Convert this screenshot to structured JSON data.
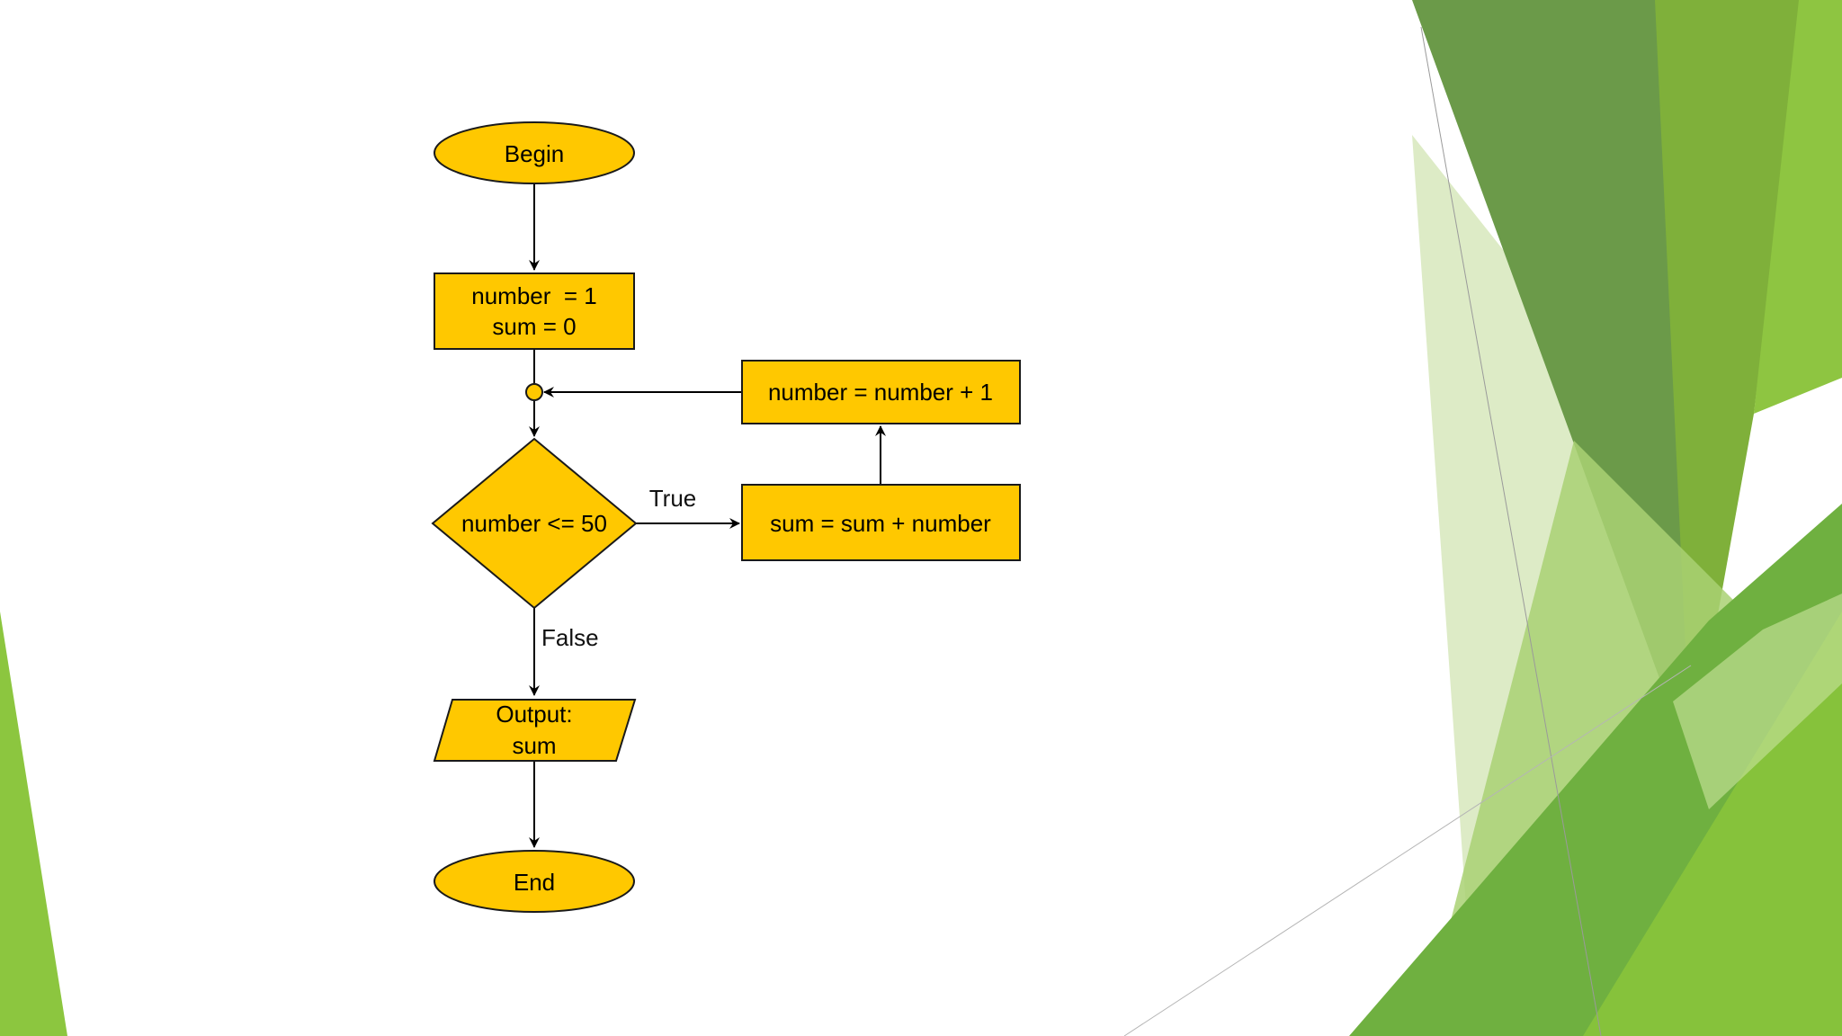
{
  "colors": {
    "node_fill": "#FFC800",
    "node_stroke": "#1a1a1a",
    "green_dark": "#5E8E3E",
    "green_mid": "#6FA83A",
    "green_light": "#8CC63F",
    "green_pale": "#D6E7B8"
  },
  "flowchart": {
    "begin": "Begin",
    "init_line1": "number  = 1",
    "init_line2": "sum = 0",
    "condition": "number <= 50",
    "true_label": "True",
    "false_label": "False",
    "sum_step": "sum = sum + number",
    "increment": "number = number + 1",
    "output_line1": "Output:",
    "output_line2": "sum",
    "end": "End"
  }
}
